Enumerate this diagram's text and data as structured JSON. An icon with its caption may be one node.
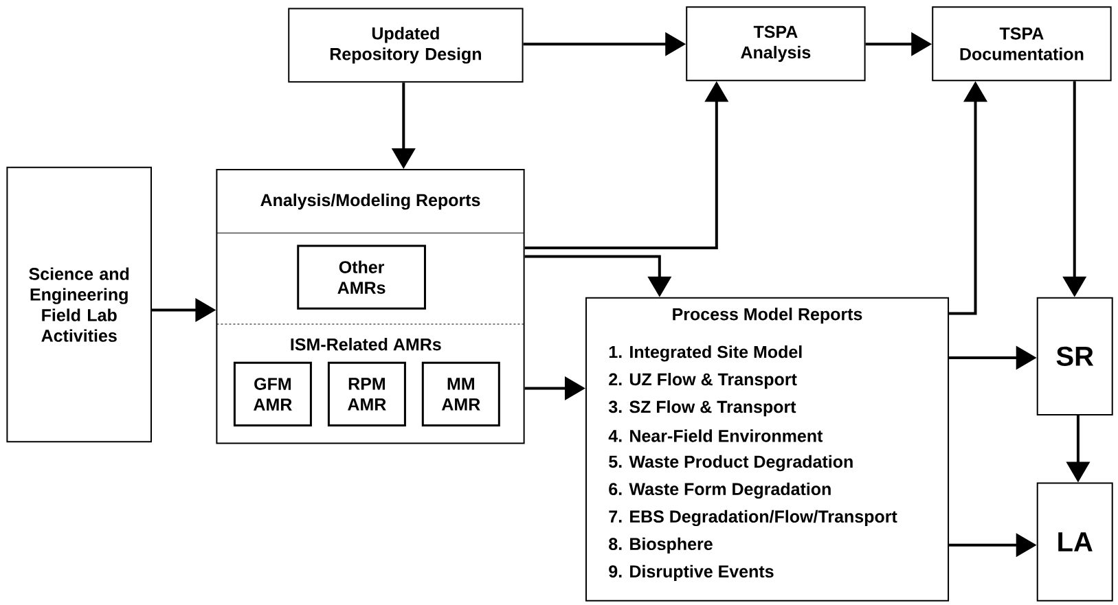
{
  "diagram": {
    "nodes": [
      {
        "text": [
          "Updated Repository Design"
        ]
      },
      {
        "text": [
          "TSPA Analysis"
        ]
      },
      {
        "text": [
          "TSPA Documentation"
        ]
      },
      {
        "text": [
          "Science and Engineering Field Lab Activities"
        ]
      },
      {
        "text": [
          "Analysis/Modeling Reports",
          "ISM-Related AMRs"
        ]
      },
      {
        "text": [
          "Other AMRs"
        ],
        "in": 4
      },
      {
        "text": [
          "GFM AMR"
        ],
        "in": 4
      },
      {
        "text": [
          "RPM AMR"
        ],
        "in": 4
      },
      {
        "text": [
          "MM AMR"
        ],
        "in": 4
      },
      {
        "text": [
          "Process Model Reports",
          "1. Integrated Site Model",
          "2. UZ Flow & Transport",
          "3. SZ Flow & Transport",
          "4. Near-Field Environment",
          "5. Waste Product Degradation",
          "6. Waste Form Degradation",
          "7. EBS Degradation/Flow/Transport",
          "8. Biosphere",
          "9. Disruptive Events"
        ]
      },
      {
        "text": [
          "SR"
        ]
      },
      {
        "text": [
          "LA"
        ]
      }
    ],
    "edges": [
      {
        "from": 0,
        "to": 1,
        "arrow": "to"
      },
      {
        "from": 1,
        "to": 2,
        "arrow": "to"
      },
      {
        "from": 0,
        "to": 4,
        "arrow": "to"
      },
      {
        "from": 3,
        "to": 4,
        "arrow": "to"
      },
      {
        "from": 4,
        "to": 1,
        "arrow": "to"
      },
      {
        "from": 4,
        "to": 9,
        "arrow": "to"
      },
      {
        "from": 4,
        "to": 9,
        "arrow": "to"
      },
      {
        "from": 9,
        "to": 2,
        "arrow": "to"
      },
      {
        "from": 9,
        "to": 10,
        "arrow": "to"
      },
      {
        "from": 9,
        "to": 11,
        "arrow": "to"
      },
      {
        "from": 2,
        "to": 10,
        "arrow": "to"
      },
      {
        "from": 10,
        "to": 11,
        "arrow": "to"
      }
    ]
  }
}
